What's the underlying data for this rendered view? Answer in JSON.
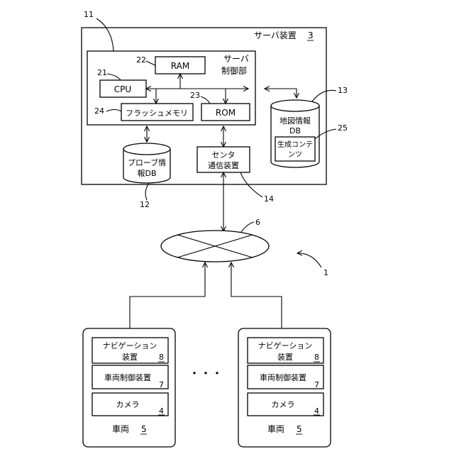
{
  "figure_number": "1",
  "server": {
    "title": "サーバ装置",
    "ref": "3",
    "ref_box": "11",
    "control_unit": {
      "line1": "サーバ",
      "line2": "制御部"
    },
    "ram": {
      "label": "RAM",
      "ref": "22"
    },
    "cpu": {
      "label": "CPU",
      "ref": "21"
    },
    "rom": {
      "label": "ROM",
      "ref": "23"
    },
    "flash": {
      "label": "フラッシュメモリ",
      "ref": "24"
    },
    "map_db": {
      "line1": "地図情報",
      "line2": "DB",
      "ref": "13"
    },
    "contents": {
      "line1": "生成コンテ",
      "line2": "ンツ",
      "ref": "25"
    },
    "probe_db": {
      "line1": "プローブ情",
      "line2": "報DB",
      "ref": "12"
    },
    "center_comm": {
      "line1": "センタ",
      "line2": "通信装置",
      "ref": "14"
    }
  },
  "network": {
    "ref": "6"
  },
  "ellipsis": "・・・",
  "vehicles": [
    {
      "title": "車両",
      "ref": "5",
      "nav": {
        "line1": "ナビゲーション",
        "line2": "装置",
        "ref": "8"
      },
      "control": {
        "label": "車両制御装置",
        "ref": "7"
      },
      "camera": {
        "label": "カメラ",
        "ref": "4"
      }
    },
    {
      "title": "車両",
      "ref": "5",
      "nav": {
        "line1": "ナビゲーション",
        "line2": "装置",
        "ref": "8"
      },
      "control": {
        "label": "車両制御装置",
        "ref": "7"
      },
      "camera": {
        "label": "カメラ",
        "ref": "4"
      }
    }
  ]
}
